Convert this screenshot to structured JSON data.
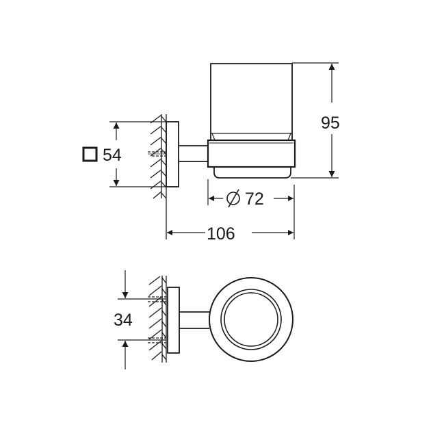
{
  "drawing": {
    "title": "Tumbler holder dimension drawing",
    "line_color": "#1a1a1a",
    "background": "#ffffff"
  },
  "dimensions": {
    "height": "95",
    "plate_square": "54",
    "plate_square_symbol": "square-icon",
    "cup_diameter": "72",
    "cup_diameter_symbol": "diameter-icon",
    "projection": "106",
    "hole_spacing": "34"
  },
  "views": [
    {
      "name": "side-view"
    },
    {
      "name": "top-view"
    }
  ]
}
